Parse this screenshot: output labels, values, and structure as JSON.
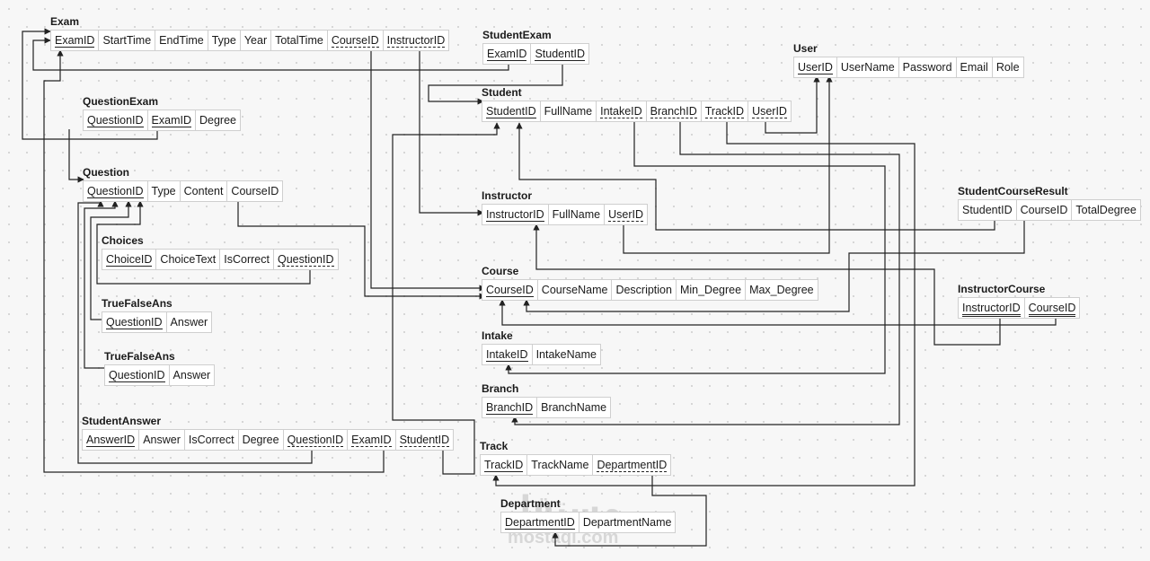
{
  "watermark": {
    "main": "مستقل",
    "sub": "mostaql.com"
  },
  "colors": {
    "line": "#222222",
    "entity_bg": "#ffffff",
    "border": "#cfcfcf"
  },
  "tables": [
    {
      "id": "exam",
      "name": "Exam",
      "fields": [
        {
          "name": "ExamID",
          "key": "pk"
        },
        {
          "name": "StartTime"
        },
        {
          "name": "EndTime"
        },
        {
          "name": "Type"
        },
        {
          "name": "Year"
        },
        {
          "name": "TotalTime"
        },
        {
          "name": "CourseID",
          "key": "fk"
        },
        {
          "name": "InstructorID",
          "key": "fk"
        }
      ]
    },
    {
      "id": "studentexam",
      "name": "StudentExam",
      "fields": [
        {
          "name": "ExamID",
          "key": "pk"
        },
        {
          "name": "StudentID",
          "key": "pk"
        }
      ]
    },
    {
      "id": "user",
      "name": "User",
      "fields": [
        {
          "name": "UserID",
          "key": "pk"
        },
        {
          "name": "UserName"
        },
        {
          "name": "Password"
        },
        {
          "name": "Email"
        },
        {
          "name": "Role"
        }
      ]
    },
    {
      "id": "questionexam",
      "name": "QuestionExam",
      "fields": [
        {
          "name": "QuestionID",
          "key": "pk"
        },
        {
          "name": "ExamID",
          "key": "pk"
        },
        {
          "name": "Degree"
        }
      ]
    },
    {
      "id": "student",
      "name": "Student",
      "fields": [
        {
          "name": "StudentID",
          "key": "pk"
        },
        {
          "name": "FullName"
        },
        {
          "name": "IntakeID",
          "key": "fk"
        },
        {
          "name": "BranchID",
          "key": "fk"
        },
        {
          "name": "TrackID",
          "key": "fk"
        },
        {
          "name": "UserID",
          "key": "fk"
        }
      ]
    },
    {
      "id": "question",
      "name": "Question",
      "fields": [
        {
          "name": "QuestionID",
          "key": "pk"
        },
        {
          "name": "Type"
        },
        {
          "name": "Content"
        },
        {
          "name": "CourseID"
        }
      ]
    },
    {
      "id": "instructor",
      "name": "Instructor",
      "fields": [
        {
          "name": "InstructorID",
          "key": "pk"
        },
        {
          "name": "FullName"
        },
        {
          "name": "UserID",
          "key": "fk"
        }
      ]
    },
    {
      "id": "studentcourseresult",
      "name": "StudentCourseResult",
      "fields": [
        {
          "name": "StudentID"
        },
        {
          "name": "CourseID"
        },
        {
          "name": "TotalDegree"
        }
      ]
    },
    {
      "id": "choices",
      "name": "Choices",
      "fields": [
        {
          "name": "ChoiceID",
          "key": "pk"
        },
        {
          "name": "ChoiceText"
        },
        {
          "name": "IsCorrect"
        },
        {
          "name": "QuestionID",
          "key": "fk"
        }
      ]
    },
    {
      "id": "course",
      "name": "Course",
      "fields": [
        {
          "name": "CourseID",
          "key": "pk"
        },
        {
          "name": "CourseName"
        },
        {
          "name": "Description"
        },
        {
          "name": "Min_Degree"
        },
        {
          "name": "Max_Degree"
        }
      ]
    },
    {
      "id": "instructorcourse",
      "name": "InstructorCourse",
      "fields": [
        {
          "name": "InstructorID",
          "key": "pkfk"
        },
        {
          "name": "CourseID",
          "key": "pkfk"
        }
      ]
    },
    {
      "id": "truefalseans1",
      "name": "TrueFalseAns",
      "fields": [
        {
          "name": "QuestionID",
          "key": "pk"
        },
        {
          "name": "Answer"
        }
      ]
    },
    {
      "id": "intake",
      "name": "Intake",
      "fields": [
        {
          "name": "IntakeID",
          "key": "pk"
        },
        {
          "name": "IntakeName"
        }
      ]
    },
    {
      "id": "truefalseans2",
      "name": "TrueFalseAns",
      "fields": [
        {
          "name": "QuestionID",
          "key": "pk"
        },
        {
          "name": "Answer"
        }
      ]
    },
    {
      "id": "branch",
      "name": "Branch",
      "fields": [
        {
          "name": "BranchID",
          "key": "pk"
        },
        {
          "name": "BranchName"
        }
      ]
    },
    {
      "id": "studentanswer",
      "name": "StudentAnswer",
      "fields": [
        {
          "name": "AnswerID",
          "key": "pk"
        },
        {
          "name": "Answer"
        },
        {
          "name": "IsCorrect"
        },
        {
          "name": "Degree"
        },
        {
          "name": "QuestionID",
          "key": "fk"
        },
        {
          "name": "ExamID",
          "key": "fk"
        },
        {
          "name": "StudentID",
          "key": "fk"
        }
      ]
    },
    {
      "id": "track",
      "name": "Track",
      "fields": [
        {
          "name": "TrackID",
          "key": "pk"
        },
        {
          "name": "TrackName"
        },
        {
          "name": "DepartmentID",
          "key": "fk"
        }
      ]
    },
    {
      "id": "department",
      "name": "Department",
      "fields": [
        {
          "name": "DepartmentID",
          "key": "pk"
        },
        {
          "name": "DepartmentName"
        }
      ]
    }
  ]
}
